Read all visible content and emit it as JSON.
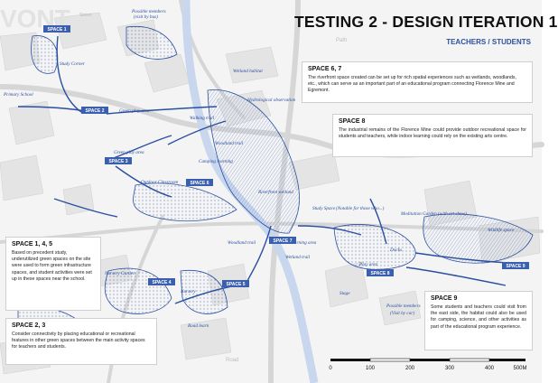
{
  "header": {
    "title": "TESTING 2 - DESIGN ITERATION 1",
    "subtitle": "TEACHERS / STUDENTS"
  },
  "watermark": "VONT",
  "colors": {
    "ink": "#2a4fa0",
    "label_fill": "#3a5fae",
    "label_text": "#ffffff"
  },
  "spaces": [
    {
      "title": "SPACE 6, 7",
      "body": "The riverfront space created can be set up for rich spatial experiences such as wetlands, woodlands, etc., which can serve as an important part of an educational program connecting Florence Mine and Egremont."
    },
    {
      "title": "SPACE 8",
      "body": "The industrial remains of the Florence Mine could provide outdoor recreational space for students and teachers, while indoor learning could rely on the existing arts centre."
    },
    {
      "title": "SPACE 1, 4, 5",
      "body": "Based on precedent study, underutilized green spaces on the site were used to form green infrastructure spaces, and student activities were set up in these spaces near the school."
    },
    {
      "title": "SPACE 9",
      "body": "Some students and teachers could visit from the east side, the habitat could also be used for camping, science, and other activities as part of the educational program experience."
    },
    {
      "title": "SPACE 2, 3",
      "body": "Consider connectivity by placing educational or recreational features in other green spaces between the main activity spaces for teachers and students."
    }
  ],
  "map_labels": [
    {
      "id": "space1",
      "text": "SPACE 1"
    },
    {
      "id": "space2",
      "text": "SPACE 2"
    },
    {
      "id": "space3",
      "text": "SPACE 3"
    },
    {
      "id": "space4",
      "text": "SPACE 4"
    },
    {
      "id": "space5",
      "text": "SPACE 5"
    },
    {
      "id": "space6",
      "text": "SPACE 6"
    },
    {
      "id": "space7",
      "text": "SPACE 7"
    },
    {
      "id": "space8",
      "text": "SPACE 8"
    },
    {
      "id": "space9",
      "text": "SPACE 9"
    }
  ],
  "annotations": {
    "possible_members": "Possible members",
    "visit_by_bus": "(visit by bus)",
    "study_corner": "Study Corner",
    "primary_school": "Primary School",
    "green_play_area": "Green play area",
    "green_play_area2": "Green play area",
    "wetland_habitat": "Wetland habitat",
    "hydrological_observation": "Hydrological observation",
    "walking_trail": "Walking trail",
    "woodland trail": "Woodland trail",
    "outdoor_classroom": "Outdoor Classroom",
    "camping_learning": "Camping learning",
    "riverfront_wetland": "Riverfront wetland",
    "woodland_trail_b": "Woodland trail",
    "wetland_trail": "Wetland trail",
    "woodland_learning": "Woodland learning area",
    "nursery_garden": "Nursery Garden",
    "nursery": "Nursery",
    "road_learn": "Road learn",
    "mine_notes": "(Notable for those who...)",
    "meditation": "Meditation Garden (with art show)",
    "study_space": "Study Space",
    "play_area": "Play area",
    "wildlife_space": "Wildlife space",
    "dock_road": "Docks",
    "possible_members_b": "Possible members",
    "visit_by_car": "(Visit by car)",
    "stage": "Stage"
  },
  "streets": {
    "street": "Street",
    "path": "Path",
    "road": "Road"
  },
  "scale": {
    "ticks": [
      "0",
      "100",
      "200",
      "300",
      "400",
      "500M"
    ]
  }
}
